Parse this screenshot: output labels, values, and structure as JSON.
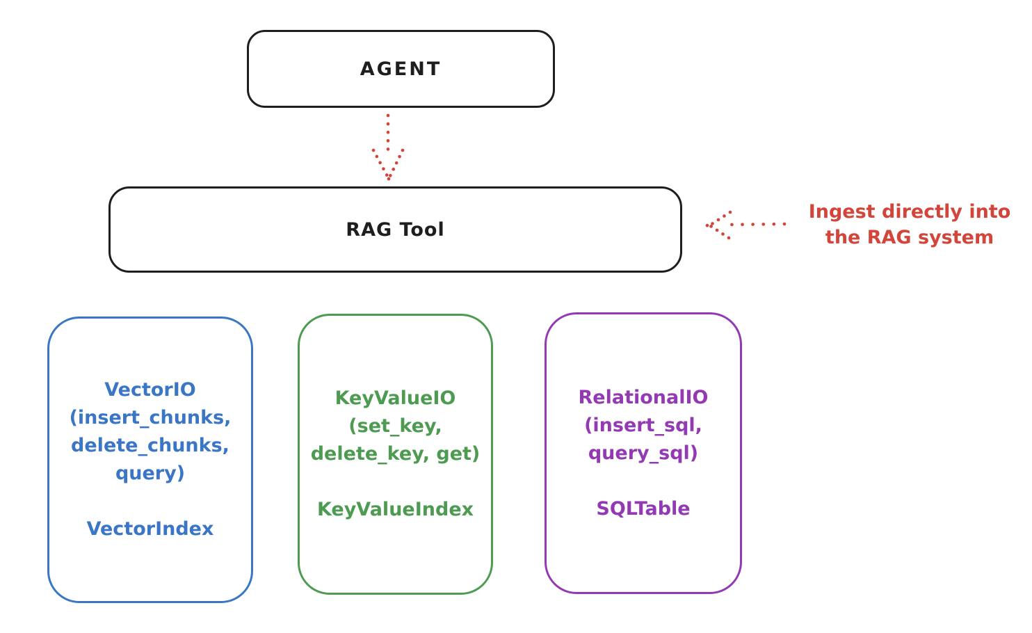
{
  "diagram": {
    "agent": {
      "label": "AGENT"
    },
    "rag_tool": {
      "label": "RAG Tool"
    },
    "annotation": {
      "line1": "Ingest directly into",
      "line2": "the RAG system"
    },
    "backends": [
      {
        "id": "vector-io",
        "color": "#3a76c5",
        "lines": [
          "VectorIO",
          "(insert_chunks,",
          "delete_chunks,",
          "query)"
        ],
        "index_label": "VectorIndex"
      },
      {
        "id": "keyvalue-io",
        "color": "#4d9a51",
        "lines": [
          "KeyValueIO",
          "(set_key,",
          "delete_key, get)"
        ],
        "index_label": "KeyValueIndex"
      },
      {
        "id": "relational-io",
        "color": "#9439b4",
        "lines": [
          "RelationalIO",
          "(insert_sql,",
          "query_sql)"
        ],
        "index_label": "SQLTable"
      }
    ],
    "colors": {
      "stroke": "#1e1e1e",
      "red": "#d1453a",
      "blue": "#3a76c5",
      "green": "#4d9a51",
      "purple": "#9439b4",
      "background": "#ffffff"
    }
  }
}
